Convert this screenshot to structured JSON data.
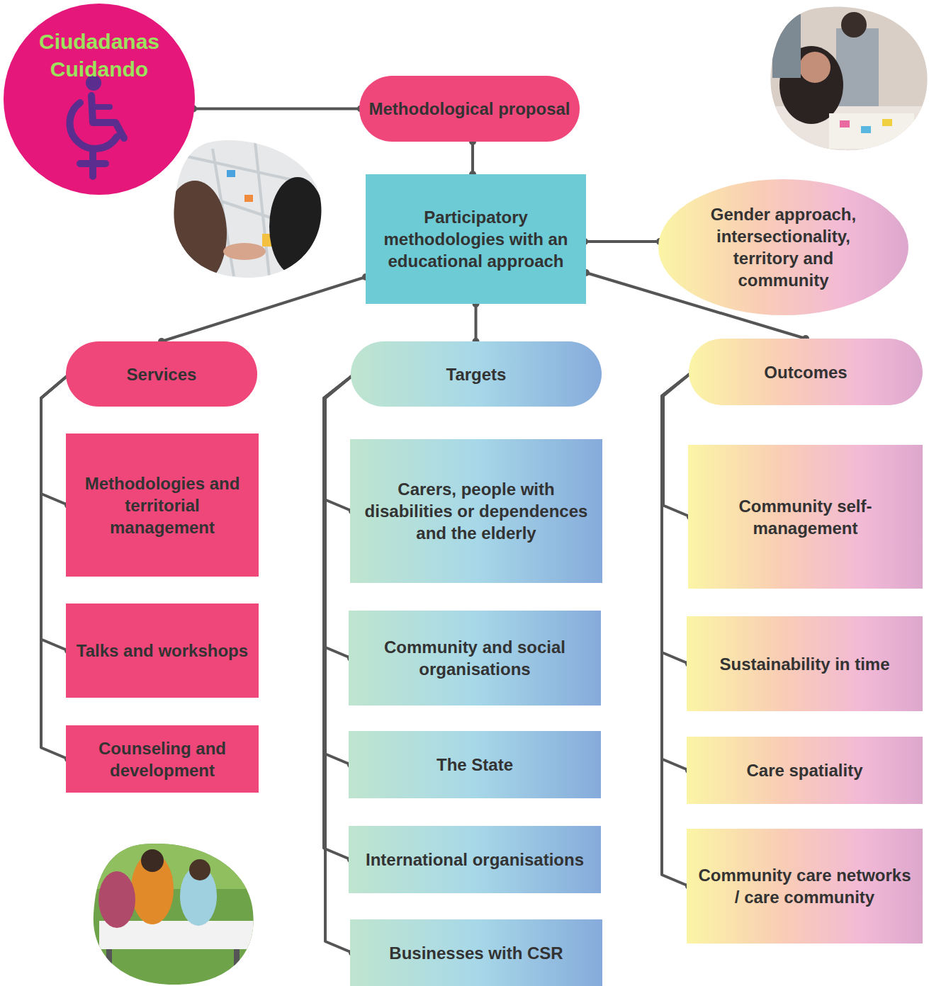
{
  "diagram": {
    "nodes": [
      {
        "text": [
          "Ciudadanas Cuidando"
        ]
      },
      {
        "text": [
          "Methodological proposal"
        ]
      },
      {
        "text": [
          "Participatory methodologies with an educational approach"
        ]
      },
      {
        "text": [
          "Gender approach, intersectionality, territory and community"
        ]
      },
      {
        "text": [
          "Services"
        ]
      },
      {
        "text": [
          "Methodologies and territorial management"
        ]
      },
      {
        "text": [
          "Talks and workshops"
        ]
      },
      {
        "text": [
          "Counseling and development"
        ]
      },
      {
        "text": [
          "Targets"
        ]
      },
      {
        "text": [
          "Carers, people with disabilities or dependences and the elderly"
        ]
      },
      {
        "text": [
          "Community and social organisations"
        ]
      },
      {
        "text": [
          "The State"
        ]
      },
      {
        "text": [
          "International organisations"
        ]
      },
      {
        "text": [
          "Businesses with CSR"
        ]
      },
      {
        "text": [
          "Outcomes"
        ]
      },
      {
        "text": [
          "Community self-management"
        ]
      },
      {
        "text": [
          "Sustainability in time"
        ]
      },
      {
        "text": [
          "Care spatiality"
        ]
      },
      {
        "text": [
          "Community care networks / care community"
        ]
      }
    ],
    "edges": [
      {
        "from": 0,
        "to": 1,
        "arrow": "none"
      },
      {
        "from": 1,
        "to": 2,
        "arrow": "none"
      },
      {
        "from": 2,
        "to": 3,
        "arrow": "none"
      },
      {
        "from": 2,
        "to": 4,
        "arrow": "none"
      },
      {
        "from": 2,
        "to": 8,
        "arrow": "none"
      },
      {
        "from": 2,
        "to": 14,
        "arrow": "none"
      },
      {
        "from": 4,
        "to": 5,
        "arrow": "none"
      },
      {
        "from": 4,
        "to": 6,
        "arrow": "none"
      },
      {
        "from": 4,
        "to": 7,
        "arrow": "none"
      },
      {
        "from": 8,
        "to": 9,
        "arrow": "none"
      },
      {
        "from": 8,
        "to": 10,
        "arrow": "none"
      },
      {
        "from": 8,
        "to": 11,
        "arrow": "none"
      },
      {
        "from": 8,
        "to": 12,
        "arrow": "none"
      },
      {
        "from": 8,
        "to": 13,
        "arrow": "none"
      },
      {
        "from": 14,
        "to": 15,
        "arrow": "none"
      },
      {
        "from": 14,
        "to": 16,
        "arrow": "none"
      },
      {
        "from": 14,
        "to": 17,
        "arrow": "none"
      },
      {
        "from": 14,
        "to": 18,
        "arrow": "none"
      }
    ]
  }
}
